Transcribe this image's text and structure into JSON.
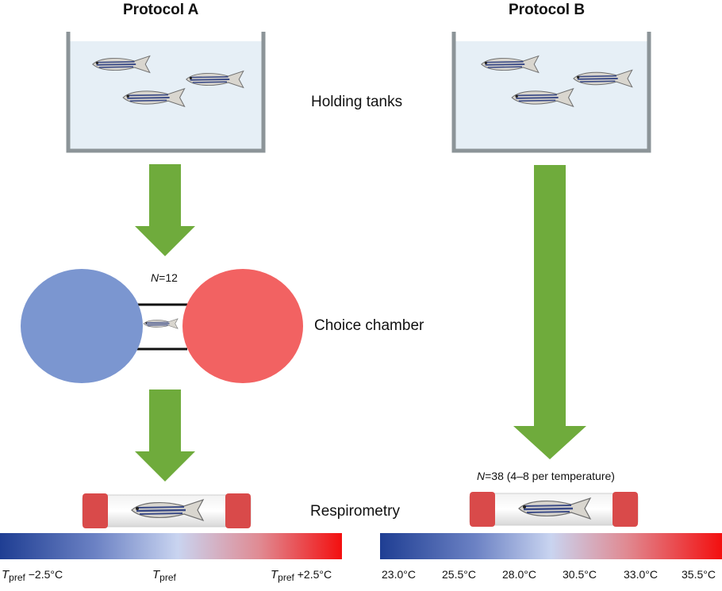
{
  "protocol_a": {
    "title": "Protocol A",
    "choice_n": "12",
    "colorbar_ticks": [
      {
        "symbol": "T",
        "sub": "pref",
        "suffix": " −2.5°C"
      },
      {
        "symbol": "T",
        "sub": "pref",
        "suffix": ""
      },
      {
        "symbol": "T",
        "sub": "pref",
        "suffix": " +2.5°C"
      }
    ]
  },
  "protocol_b": {
    "title": "Protocol B",
    "respirometry_n": "=38 (4–8 per temperature)",
    "colorbar_ticks": [
      "23.0°C",
      "25.5°C",
      "28.0°C",
      "30.5°C",
      "33.0°C",
      "35.5°C"
    ]
  },
  "stages": {
    "holding": "Holding tanks",
    "choice": "Choice chamber",
    "respirometry": "Respirometry"
  },
  "n_symbol": "N",
  "n_equals": "=",
  "colors": {
    "arrow": "#6fab3c",
    "cold_chamber": "#7b96d0",
    "warm_chamber": "#f26262",
    "tank_frame": "#8c9498",
    "water": "#e6eff6"
  }
}
